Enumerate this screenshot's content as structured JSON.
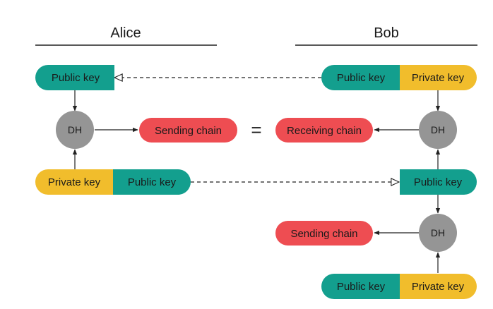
{
  "colors": {
    "public_key": "#139f8e",
    "private_key": "#f1bd2c",
    "chain": "#ee4d52",
    "dh": "#959595",
    "line": "#222222"
  },
  "alice": {
    "title": "Alice",
    "received_public_key": "Public key",
    "dh": "DH",
    "sending_chain": "Sending chain",
    "own_private_key": "Private key",
    "own_public_key": "Public key"
  },
  "equals": "=",
  "bob": {
    "title": "Bob",
    "pair1_public_key": "Public key",
    "pair1_private_key": "Private key",
    "dh1": "DH",
    "receiving_chain": "Receiving chain",
    "received_public_key": "Public key",
    "dh2": "DH",
    "sending_chain": "Sending chain",
    "pair2_public_key": "Public key",
    "pair2_private_key": "Private key"
  }
}
